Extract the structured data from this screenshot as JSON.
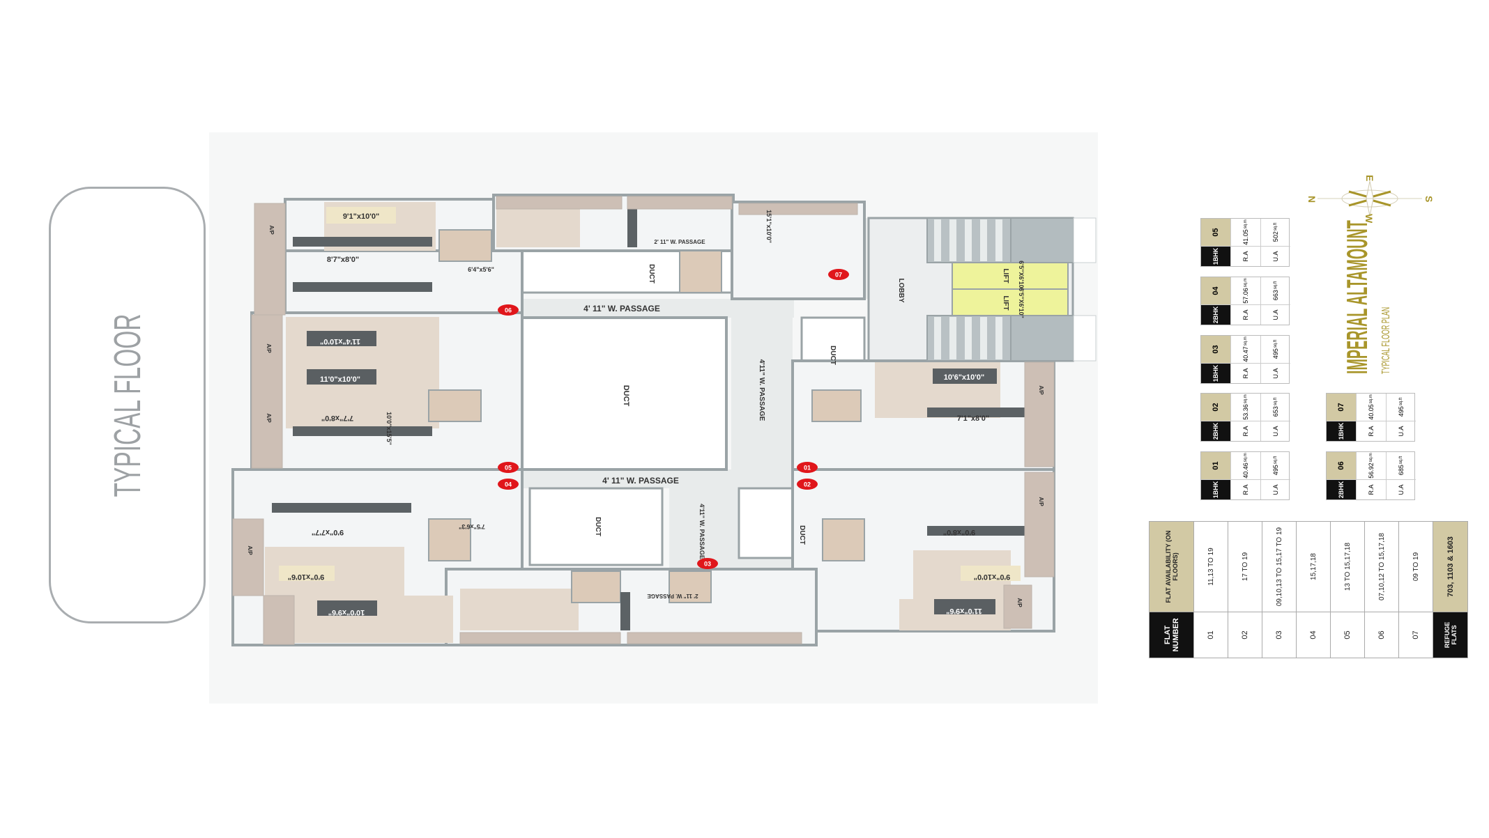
{
  "side_label": "TYPICAL FLOOR",
  "project": {
    "title": "IMPERIAL ALTAMOUNT",
    "subtitle": "TYPICAL FLOOR PLAN",
    "accent_color": "#a8952a"
  },
  "compass": {
    "n": "N",
    "s": "S",
    "e": "E",
    "w": "W"
  },
  "floor_plan": {
    "passages": {
      "top": "4' 11\" W. PASSAGE",
      "bottom": "4' 11\" W. PASSAGE",
      "vertical": "4'11\" W. PASSAGE",
      "vertical_lower": "4'11\" W. PASSAGE",
      "narrow_top": "2' 11\" W. PASSAGE",
      "narrow_bottom": "2' 11\" W. PASSAGE"
    },
    "duct": "DUCT",
    "lobby": "LOBBY",
    "lift": "LIFT",
    "lift_size": "6'5\"X6'10\"",
    "ap": "A/P",
    "flat_badges": [
      "01",
      "02",
      "03",
      "04",
      "05",
      "06",
      "07"
    ],
    "rooms": {
      "r1": "9'1\"x10'0\"",
      "r2": "8'7\"x8'0\"",
      "r3": "6'4\"x5'6\"",
      "r4": "11'4\"x10'0\"",
      "r5": "11'0\"x10'0\"",
      "r6": "7'7\"x8'0\"",
      "r7": "9'0\"x7'7\"",
      "r8": "7'5\"x6'3\"",
      "r9": "9'0\"x10'6\"",
      "r10": "10'0\"x9'6\"",
      "r11": "10'6\"x10'0\"",
      "r12": "7'1\"x8'0\"",
      "r13": "9'0\"x8'0\"",
      "r14": "9'0\"x10'0\"",
      "r15": "11'0\"x9'6\"",
      "r16": "10'0\"x15'5\"",
      "r17": "15'1\"x10'0\""
    }
  },
  "units": [
    {
      "flat": "05",
      "type": "1BHK",
      "ra": "41.05",
      "ua": "502"
    },
    {
      "flat": "04",
      "type": "2BHK",
      "ra": "57.06",
      "ua": "663"
    },
    {
      "flat": "03",
      "type": "1BHK",
      "ra": "40.47",
      "ua": "495"
    },
    {
      "flat": "02",
      "type": "2BHK",
      "ra": "53.36",
      "ua": "653"
    },
    {
      "flat": "01",
      "type": "1BHK",
      "ra": "40.46",
      "ua": "495"
    },
    {
      "flat": "07",
      "type": "1BHK",
      "ra": "40.05",
      "ua": "495"
    },
    {
      "flat": "06",
      "type": "2BHK",
      "ra": "56.92",
      "ua": "685"
    }
  ],
  "unit_labels": {
    "ra": "R.A",
    "ua": "U.A",
    "sqm": "sq.m",
    "sqft": "sq.ft"
  },
  "availability": {
    "header_flat": "FLAT NUMBER",
    "header_avail": "FLAT AVAILABILITY (ON FLOORS)",
    "rows": [
      {
        "flat": "01",
        "floors": "11,13 TO 19"
      },
      {
        "flat": "02",
        "floors": "17 TO 19"
      },
      {
        "flat": "03",
        "floors": "09,10,13 TO 15,17 TO 19"
      },
      {
        "flat": "04",
        "floors": "15,17,18"
      },
      {
        "flat": "05",
        "floors": "13 TO 15,17,18"
      },
      {
        "flat": "06",
        "floors": "07,10,12 TO 15,17,18"
      },
      {
        "flat": "07",
        "floors": "09 TO 19"
      }
    ],
    "refuge_label": "REFUGE FLATS",
    "refuge_value": "703, 1103 & 1603"
  }
}
